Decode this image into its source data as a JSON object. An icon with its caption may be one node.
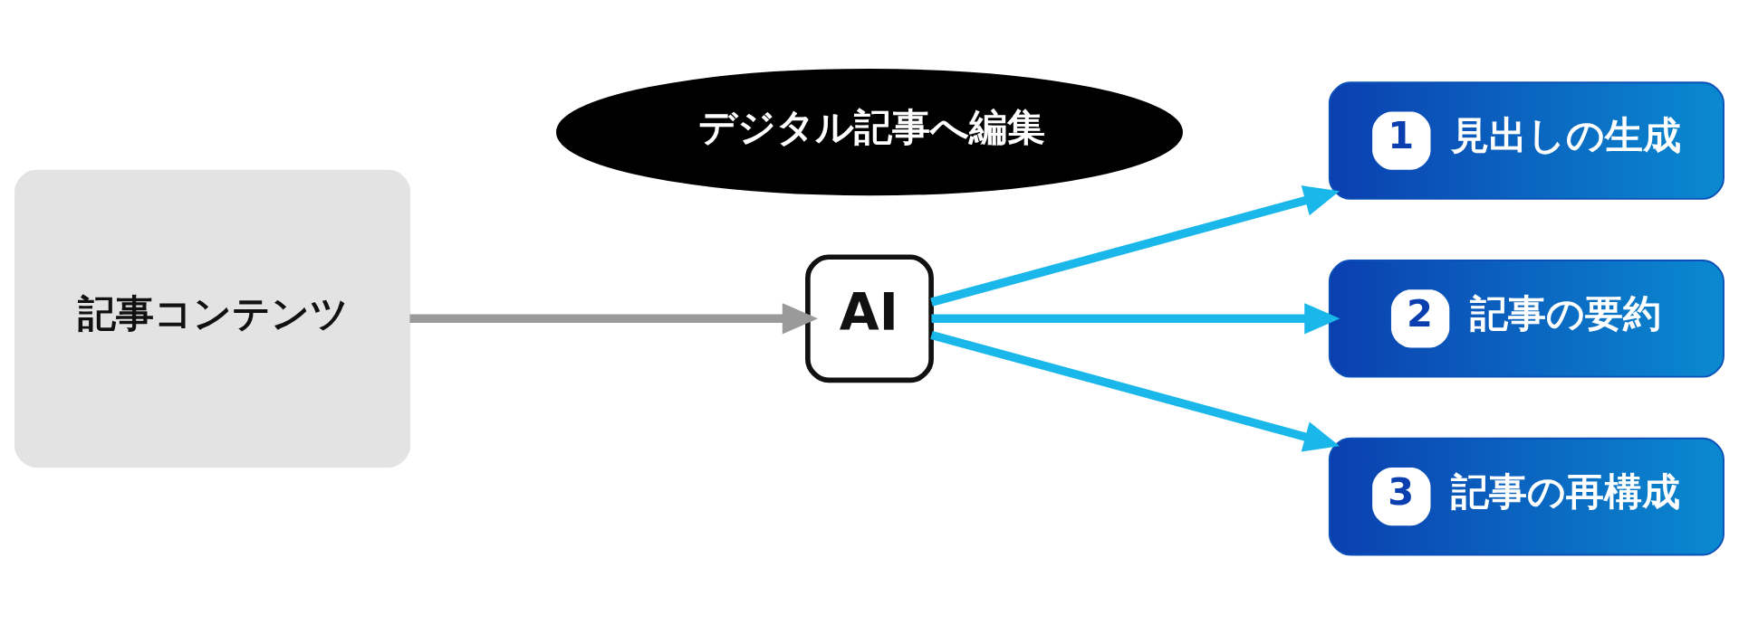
{
  "diagram": {
    "nodes": [
      {
        "text": [
          "記事コンテンツ"
        ]
      },
      {
        "text": [
          "AI"
        ]
      },
      {
        "text": [
          "デジタル記事へ編集"
        ]
      },
      {
        "text": [
          "1",
          "見出しの生成"
        ]
      },
      {
        "text": [
          "2",
          "記事の要約"
        ]
      },
      {
        "text": [
          "3",
          "記事の再構成"
        ]
      }
    ],
    "edges": [
      {
        "from": 0,
        "to": 1,
        "arrow": "to",
        "color": "#9a9a9a"
      },
      {
        "from": 1,
        "to": 3,
        "arrow": "to"
      },
      {
        "from": 1,
        "to": 4,
        "arrow": "to"
      },
      {
        "from": 1,
        "to": 5,
        "arrow": "to"
      }
    ]
  }
}
